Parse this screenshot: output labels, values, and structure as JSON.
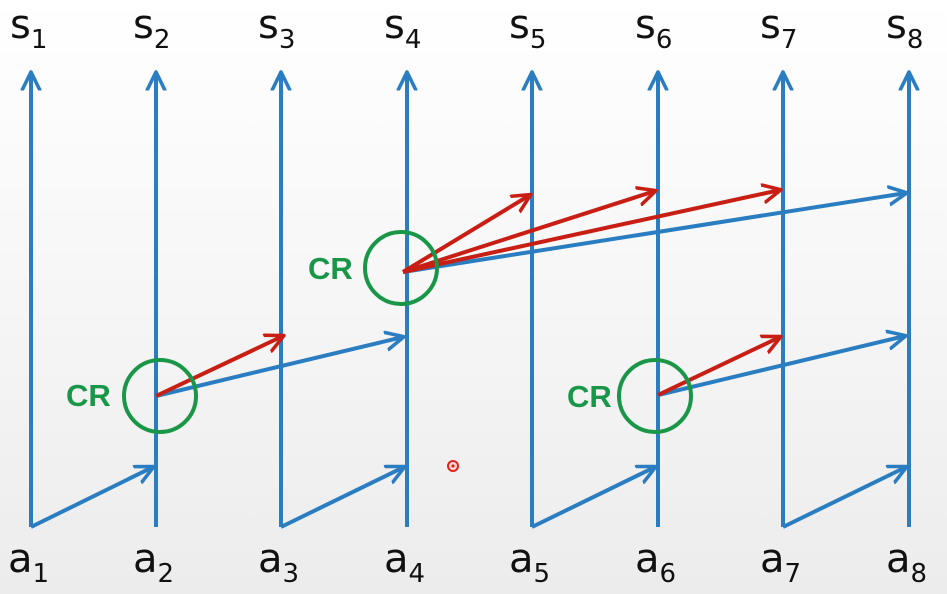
{
  "colors": {
    "blue": "#2a7dc0",
    "red": "#c81e14",
    "green": "#1a9648",
    "label": "#111111",
    "pointer": "#e0241b"
  },
  "top_labels": [
    {
      "base": "s",
      "sub": "1"
    },
    {
      "base": "s",
      "sub": "2"
    },
    {
      "base": "s",
      "sub": "3"
    },
    {
      "base": "s",
      "sub": "4"
    },
    {
      "base": "s",
      "sub": "5"
    },
    {
      "base": "s",
      "sub": "6"
    },
    {
      "base": "s",
      "sub": "7"
    },
    {
      "base": "s",
      "sub": "8"
    }
  ],
  "bottom_labels": [
    {
      "base": "a",
      "sub": "1"
    },
    {
      "base": "a",
      "sub": "2"
    },
    {
      "base": "a",
      "sub": "3"
    },
    {
      "base": "a",
      "sub": "4"
    },
    {
      "base": "a",
      "sub": "5"
    },
    {
      "base": "a",
      "sub": "6"
    },
    {
      "base": "a",
      "sub": "7"
    },
    {
      "base": "a",
      "sub": "8"
    }
  ],
  "cr_label": "CR"
}
